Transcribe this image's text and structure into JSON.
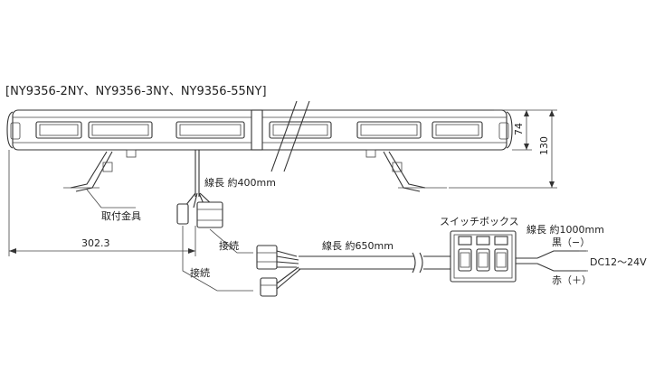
{
  "title": "[NY9356-2NY、NY9356-3NY、NY9356-55NY]",
  "labels": {
    "cable_400": "線長 約400mm",
    "bracket": "取付金具",
    "dim_width": "302.3",
    "connect_top": "接続",
    "connect_bottom": "接続",
    "cable_650": "線長 約650mm",
    "switch_box": "スイッチボックス",
    "cable_1000": "線長 約1000mm",
    "black_wire": "黒（−）",
    "red_wire": "赤（＋）",
    "voltage": "DC12〜24V",
    "dim_74": "74",
    "dim_130": "130"
  }
}
